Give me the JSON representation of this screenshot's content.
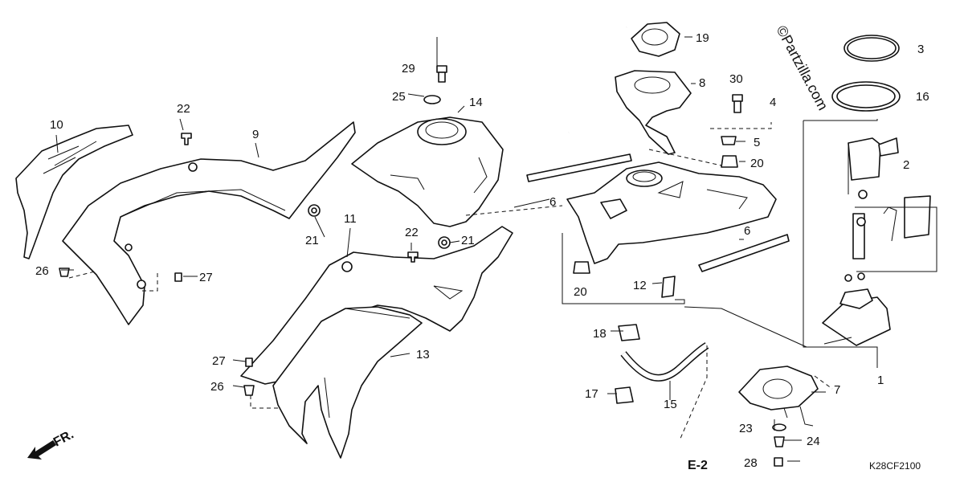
{
  "diagram": {
    "watermark": "©Partzilla.com",
    "drawing_code": "K28CF2100",
    "ref_label": "E-2",
    "front_label": "FR.",
    "callouts": [
      {
        "id": "c1",
        "text": "1"
      },
      {
        "id": "c2",
        "text": "2"
      },
      {
        "id": "c3",
        "text": "3"
      },
      {
        "id": "c4",
        "text": "4"
      },
      {
        "id": "c5",
        "text": "5"
      },
      {
        "id": "c6a",
        "text": "6"
      },
      {
        "id": "c6b",
        "text": "6"
      },
      {
        "id": "c7",
        "text": "7"
      },
      {
        "id": "c8",
        "text": "8"
      },
      {
        "id": "c9",
        "text": "9"
      },
      {
        "id": "c10",
        "text": "10"
      },
      {
        "id": "c11",
        "text": "11"
      },
      {
        "id": "c12",
        "text": "12"
      },
      {
        "id": "c13",
        "text": "13"
      },
      {
        "id": "c14",
        "text": "14"
      },
      {
        "id": "c15",
        "text": "15"
      },
      {
        "id": "c16",
        "text": "16"
      },
      {
        "id": "c17",
        "text": "17"
      },
      {
        "id": "c18",
        "text": "18"
      },
      {
        "id": "c19",
        "text": "19"
      },
      {
        "id": "c20a",
        "text": "20"
      },
      {
        "id": "c20b",
        "text": "20"
      },
      {
        "id": "c21a",
        "text": "21"
      },
      {
        "id": "c21b",
        "text": "21"
      },
      {
        "id": "c22a",
        "text": "22"
      },
      {
        "id": "c22b",
        "text": "22"
      },
      {
        "id": "c23",
        "text": "23"
      },
      {
        "id": "c24",
        "text": "24"
      },
      {
        "id": "c25",
        "text": "25"
      },
      {
        "id": "c26a",
        "text": "26"
      },
      {
        "id": "c26b",
        "text": "26"
      },
      {
        "id": "c27a",
        "text": "27"
      },
      {
        "id": "c27b",
        "text": "27"
      },
      {
        "id": "c28",
        "text": "28"
      },
      {
        "id": "c29",
        "text": "29"
      },
      {
        "id": "c30",
        "text": "30"
      }
    ]
  }
}
